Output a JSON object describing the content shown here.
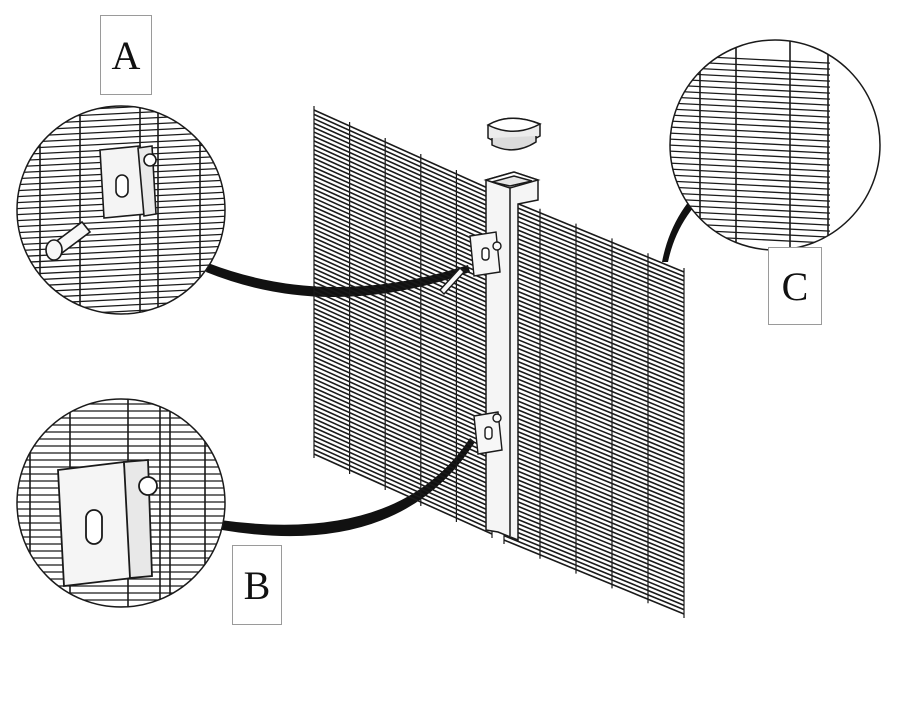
{
  "labels": {
    "a": "A",
    "b": "B",
    "c": "C"
  },
  "icons": {
    "post_cap": "post-cap-icon",
    "post": "square-post-icon",
    "clamp": "clamp-bracket-icon",
    "bolt": "bolt-icon"
  },
  "colors": {
    "line": "#1a1a1a",
    "background": "#ffffff",
    "metal": "#f3f3f3"
  }
}
